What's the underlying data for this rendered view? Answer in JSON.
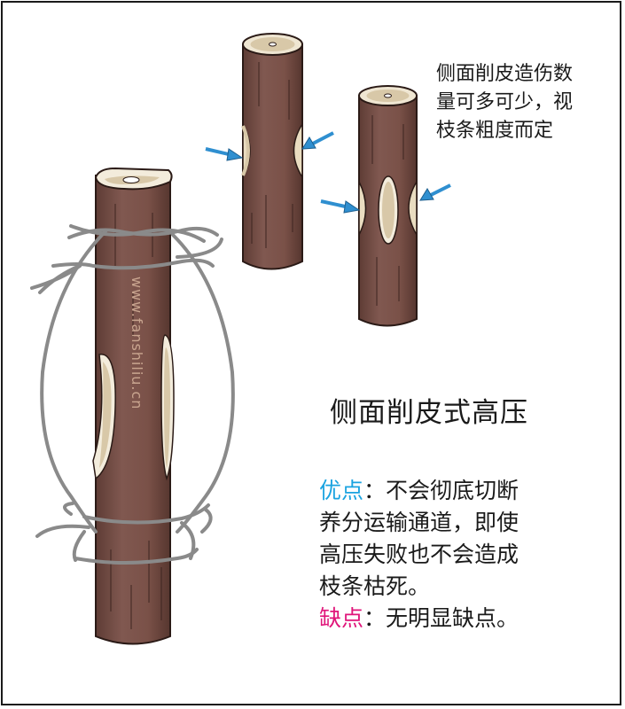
{
  "note": {
    "lines": [
      "侧面削皮造伤数",
      "量可多可少，视",
      "枝条粗度而定"
    ]
  },
  "title": "侧面削皮式高压",
  "pros": {
    "label": "优点",
    "colon": "：",
    "lines": [
      "不会彻底切断",
      "养分运输通道，即使",
      "高压失败也不会造成",
      "枝条枯死。"
    ]
  },
  "cons": {
    "label": "缺点",
    "colon": "：",
    "text": "无明显缺点。"
  },
  "watermark": "www.fanshiliu.cn",
  "colors": {
    "bark": "#7a5148",
    "bark_dark": "#4a2e28",
    "wood": "#d8c8a8",
    "arrow": "#2f8fd0",
    "string": "#8a8a8a",
    "pros": "#1aa3e0",
    "cons": "#e0157a"
  }
}
